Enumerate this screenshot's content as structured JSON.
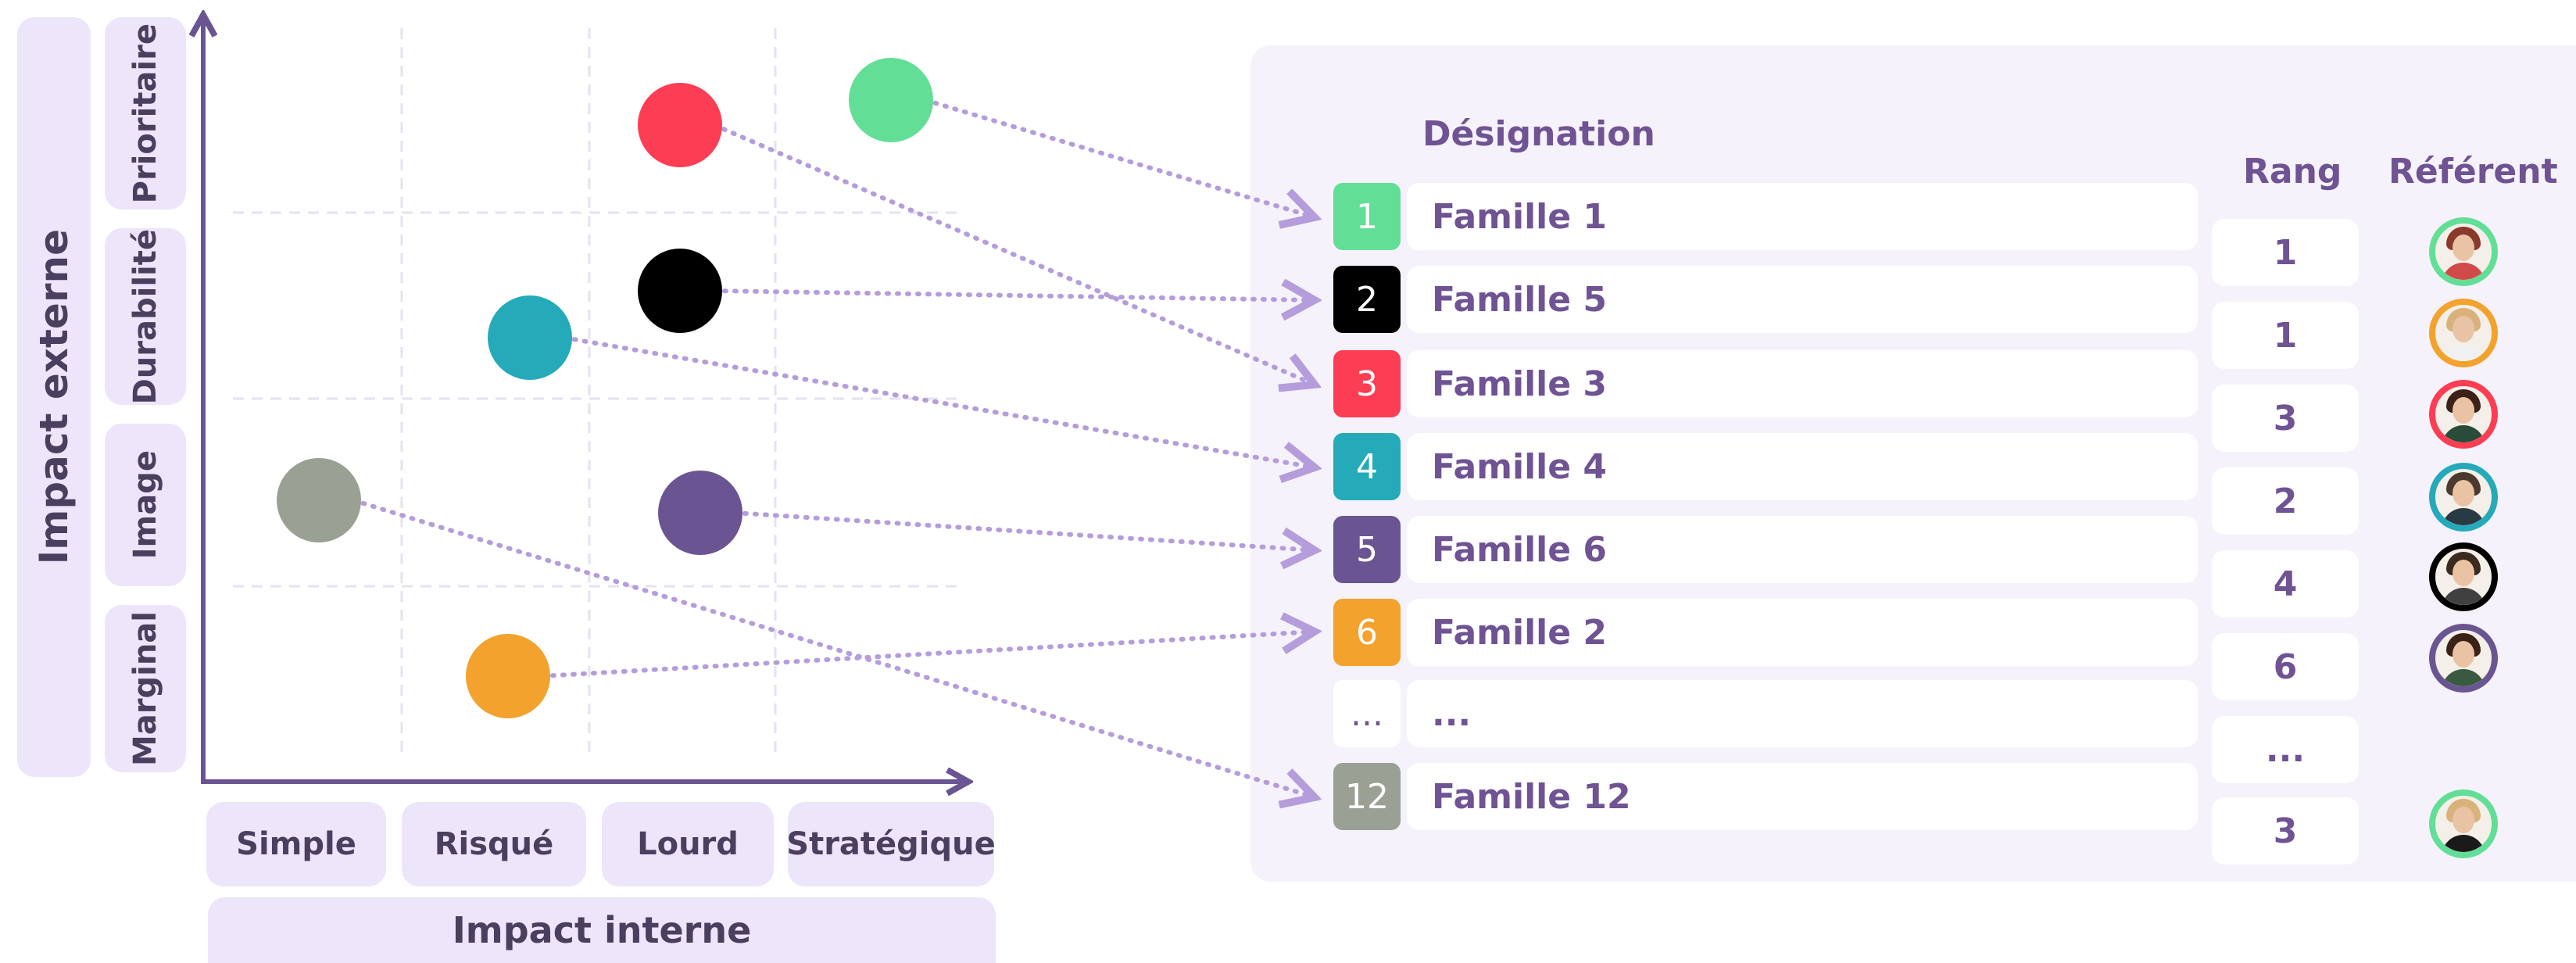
{
  "y_axis": {
    "title": "Impact externe",
    "levels": [
      "Marginal",
      "Image",
      "Durabilité",
      "Prioritaire"
    ]
  },
  "x_axis": {
    "title": "Impact interne",
    "levels": [
      "Simple",
      "Risqué",
      "Lourd",
      "Stratégique"
    ]
  },
  "colors": {
    "green": "#63de97",
    "black": "#000000",
    "red": "#fc3d53",
    "teal": "#25aab9",
    "purple": "#6a5592",
    "orange": "#f2a22d",
    "gray": "#9aa094",
    "text_purple": "#6f5393",
    "axis": "#6a5592",
    "arrow": "#b59ddb"
  },
  "table": {
    "header_designation": "Désignation",
    "header_rang": "Rang",
    "header_referent": "Référent",
    "rows": [
      {
        "num": "1",
        "name": "Famille 1",
        "rank": "1",
        "color": "#63de97",
        "ring": "#63de97",
        "hair": "#8a3a2a",
        "shirt": "#d04a4a"
      },
      {
        "num": "2",
        "name": "Famille 5",
        "rank": "1",
        "color": "#000000",
        "ring": "#f2a22d",
        "hair": "#d8b27a",
        "shirt": "#f0f0f0"
      },
      {
        "num": "3",
        "name": "Famille 3",
        "rank": "3",
        "color": "#fc3d53",
        "ring": "#fc3d53",
        "hair": "#3a2218",
        "shirt": "#2a4a3a"
      },
      {
        "num": "4",
        "name": "Famille 4",
        "rank": "2",
        "color": "#25aab9",
        "ring": "#25aab9",
        "hair": "#4a3a30",
        "shirt": "#2a3a44"
      },
      {
        "num": "5",
        "name": "Famille 6",
        "rank": "4",
        "color": "#6a5592",
        "ring": "#000000",
        "hair": "#3a2a20",
        "shirt": "#404040"
      },
      {
        "num": "6",
        "name": "Famille 2",
        "rank": "6",
        "color": "#f2a22d",
        "ring": "#6a5592",
        "hair": "#3a2218",
        "shirt": "#3a5a40"
      },
      {
        "num": "...",
        "name": "...",
        "rank": "...",
        "color": "#ffffff",
        "ring": "",
        "hair": "",
        "shirt": ""
      },
      {
        "num": "12",
        "name": "Famille 12",
        "rank": "3",
        "color": "#9aa094",
        "ring": "#63de97",
        "hair": "#d8b27a",
        "shirt": "#1a1a1a"
      }
    ]
  },
  "bubbles": [
    {
      "color": "#fc3d53",
      "x_level": "Lourd",
      "y_level": "Prioritaire",
      "target_row": 2
    },
    {
      "color": "#63de97",
      "x_level": "Stratégique",
      "y_level": "Prioritaire",
      "target_row": 0
    },
    {
      "color": "#000000",
      "x_level": "Lourd",
      "y_level": "Durabilité",
      "target_row": 1
    },
    {
      "color": "#25aab9",
      "x_level": "Risqué",
      "y_level": "Durabilité",
      "target_row": 3
    },
    {
      "color": "#9aa094",
      "x_level": "Simple",
      "y_level": "Image",
      "target_row": 7
    },
    {
      "color": "#6a5592",
      "x_level": "Lourd",
      "y_level": "Image",
      "target_row": 4
    },
    {
      "color": "#f2a22d",
      "x_level": "Risqué",
      "y_level": "Marginal",
      "target_row": 5
    }
  ]
}
